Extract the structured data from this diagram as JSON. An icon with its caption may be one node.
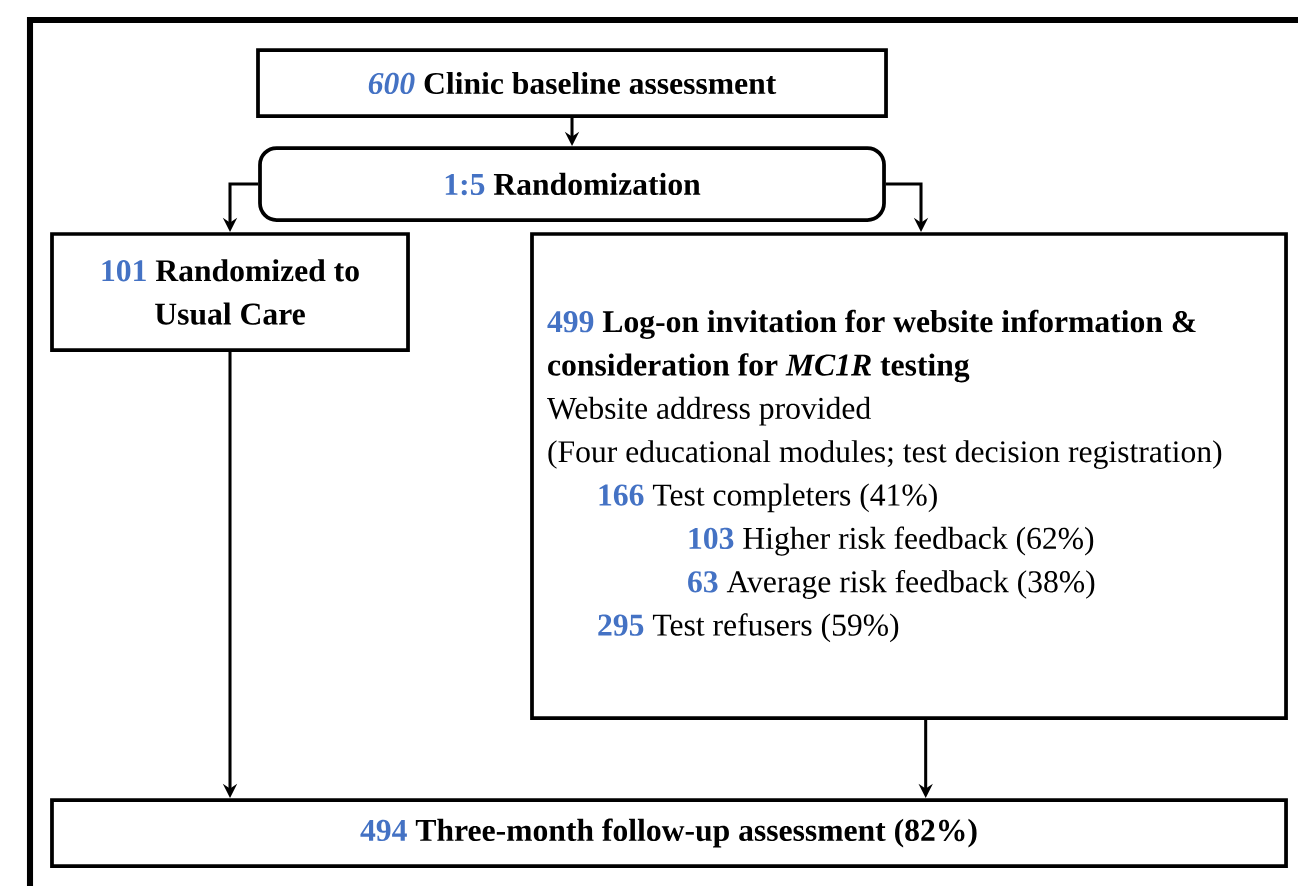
{
  "diagram": {
    "nodes": [
      {
        "text": [
          "600",
          "Clinic baseline assessment"
        ]
      },
      {
        "text": [
          "1:5",
          "Randomization"
        ]
      },
      {
        "text": [
          "101",
          "Randomized to Usual Care"
        ]
      },
      {
        "text": [
          "499",
          "Log-on invitation for website information & consideration for *MC1R* testing",
          "Website address provided",
          "(Four educational modules; test decision registration)",
          "166",
          "Test completers (41%)",
          "103",
          "Higher risk feedback (62%)",
          "63",
          "Average risk feedback (38%)",
          "295",
          "Test refusers (59%)"
        ]
      },
      {
        "text": [
          "494",
          "Three-month follow-up assessment (82%)"
        ]
      }
    ],
    "edges": [
      {
        "from": 0,
        "to": 1,
        "arrow": "to"
      },
      {
        "from": 1,
        "to": 2,
        "arrow": "to"
      },
      {
        "from": 1,
        "to": 3,
        "arrow": "to"
      },
      {
        "from": 2,
        "to": 4,
        "arrow": "to"
      },
      {
        "from": 3,
        "to": 4,
        "arrow": "to"
      }
    ]
  }
}
